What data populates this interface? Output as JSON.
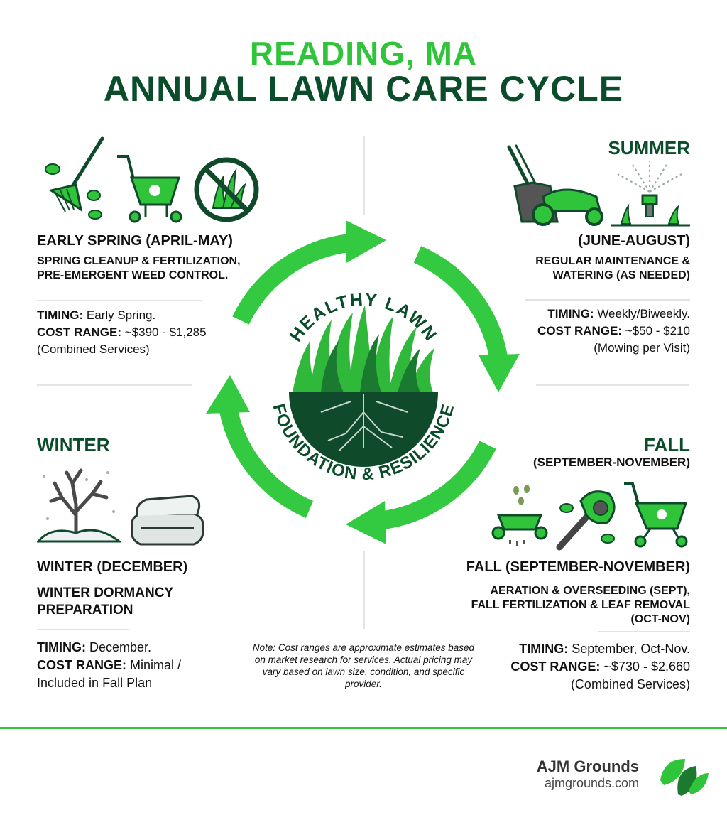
{
  "title": {
    "line1": "READING, MA",
    "line2": "ANNUAL LAWN CARE CYCLE"
  },
  "center": {
    "top_text": "HEALTHY LAWN",
    "bottom_text": "FOUNDATION & RESILIENCE"
  },
  "spring": {
    "heading": "EARLY SPRING (APRIL-MAY)",
    "description": "SPRING CLEANUP & FERTILIZATION, PRE-EMERGENT WEED CONTROL.",
    "timing_label": "TIMING:",
    "timing": "Early Spring.",
    "cost_label": "COST RANGE:",
    "cost": "~$390 - $1,285",
    "cost_note": "(Combined Services)"
  },
  "summer": {
    "season": "SUMMER",
    "heading": "(JUNE-AUGUST)",
    "description": "REGULAR MAINTENANCE & WATERING (AS NEEDED)",
    "timing_label": "TIMING:",
    "timing": "Weekly/Biweekly.",
    "cost_label": "COST RANGE:",
    "cost": "~$50 - $210",
    "cost_note": "(Mowing per Visit)"
  },
  "winter": {
    "season": "WINTER",
    "heading": "WINTER (DECEMBER)",
    "description": "WINTER DORMANCY PREPARATION",
    "timing_label": "TIMING:",
    "timing": "December.",
    "cost_label": "COST RANGE:",
    "cost": "Minimal /",
    "cost_note": "Included in Fall Plan"
  },
  "fall": {
    "season": "FALL",
    "season_sub": "(SEPTEMBER-NOVEMBER)",
    "heading": "FALL (SEPTEMBER-NOVEMBER)",
    "description": "AERATION & OVERSEEDING (SEPT), FALL FERTILIZATION & LEAF REMOVAL (OCT-NOV)",
    "timing_label": "TIMING:",
    "timing": "September, Oct-Nov.",
    "cost_label": "COST RANGE:",
    "cost": "~$730 - $2,660",
    "cost_note": "(Combined Services)"
  },
  "note": "Note: Cost ranges are approximate estimates based on market research for services. Actual pricing may vary based on lawn size, condition, and specific provider.",
  "footer": {
    "brand": "AJM Grounds",
    "website": "ajmgrounds.com"
  },
  "colors": {
    "bright_green": "#2fc43a",
    "dark_green": "#0b4d2a",
    "arrow_green": "#33c940"
  },
  "icons": [
    "rake-icon",
    "spreader-icon",
    "no-weeds-icon",
    "lawn-mower-icon",
    "sprinkler-icon",
    "snowy-tree-icon",
    "blanket-icon",
    "aerator-icon",
    "leaf-blower-icon",
    "spreader-icon",
    "leaf-logo-icon"
  ]
}
